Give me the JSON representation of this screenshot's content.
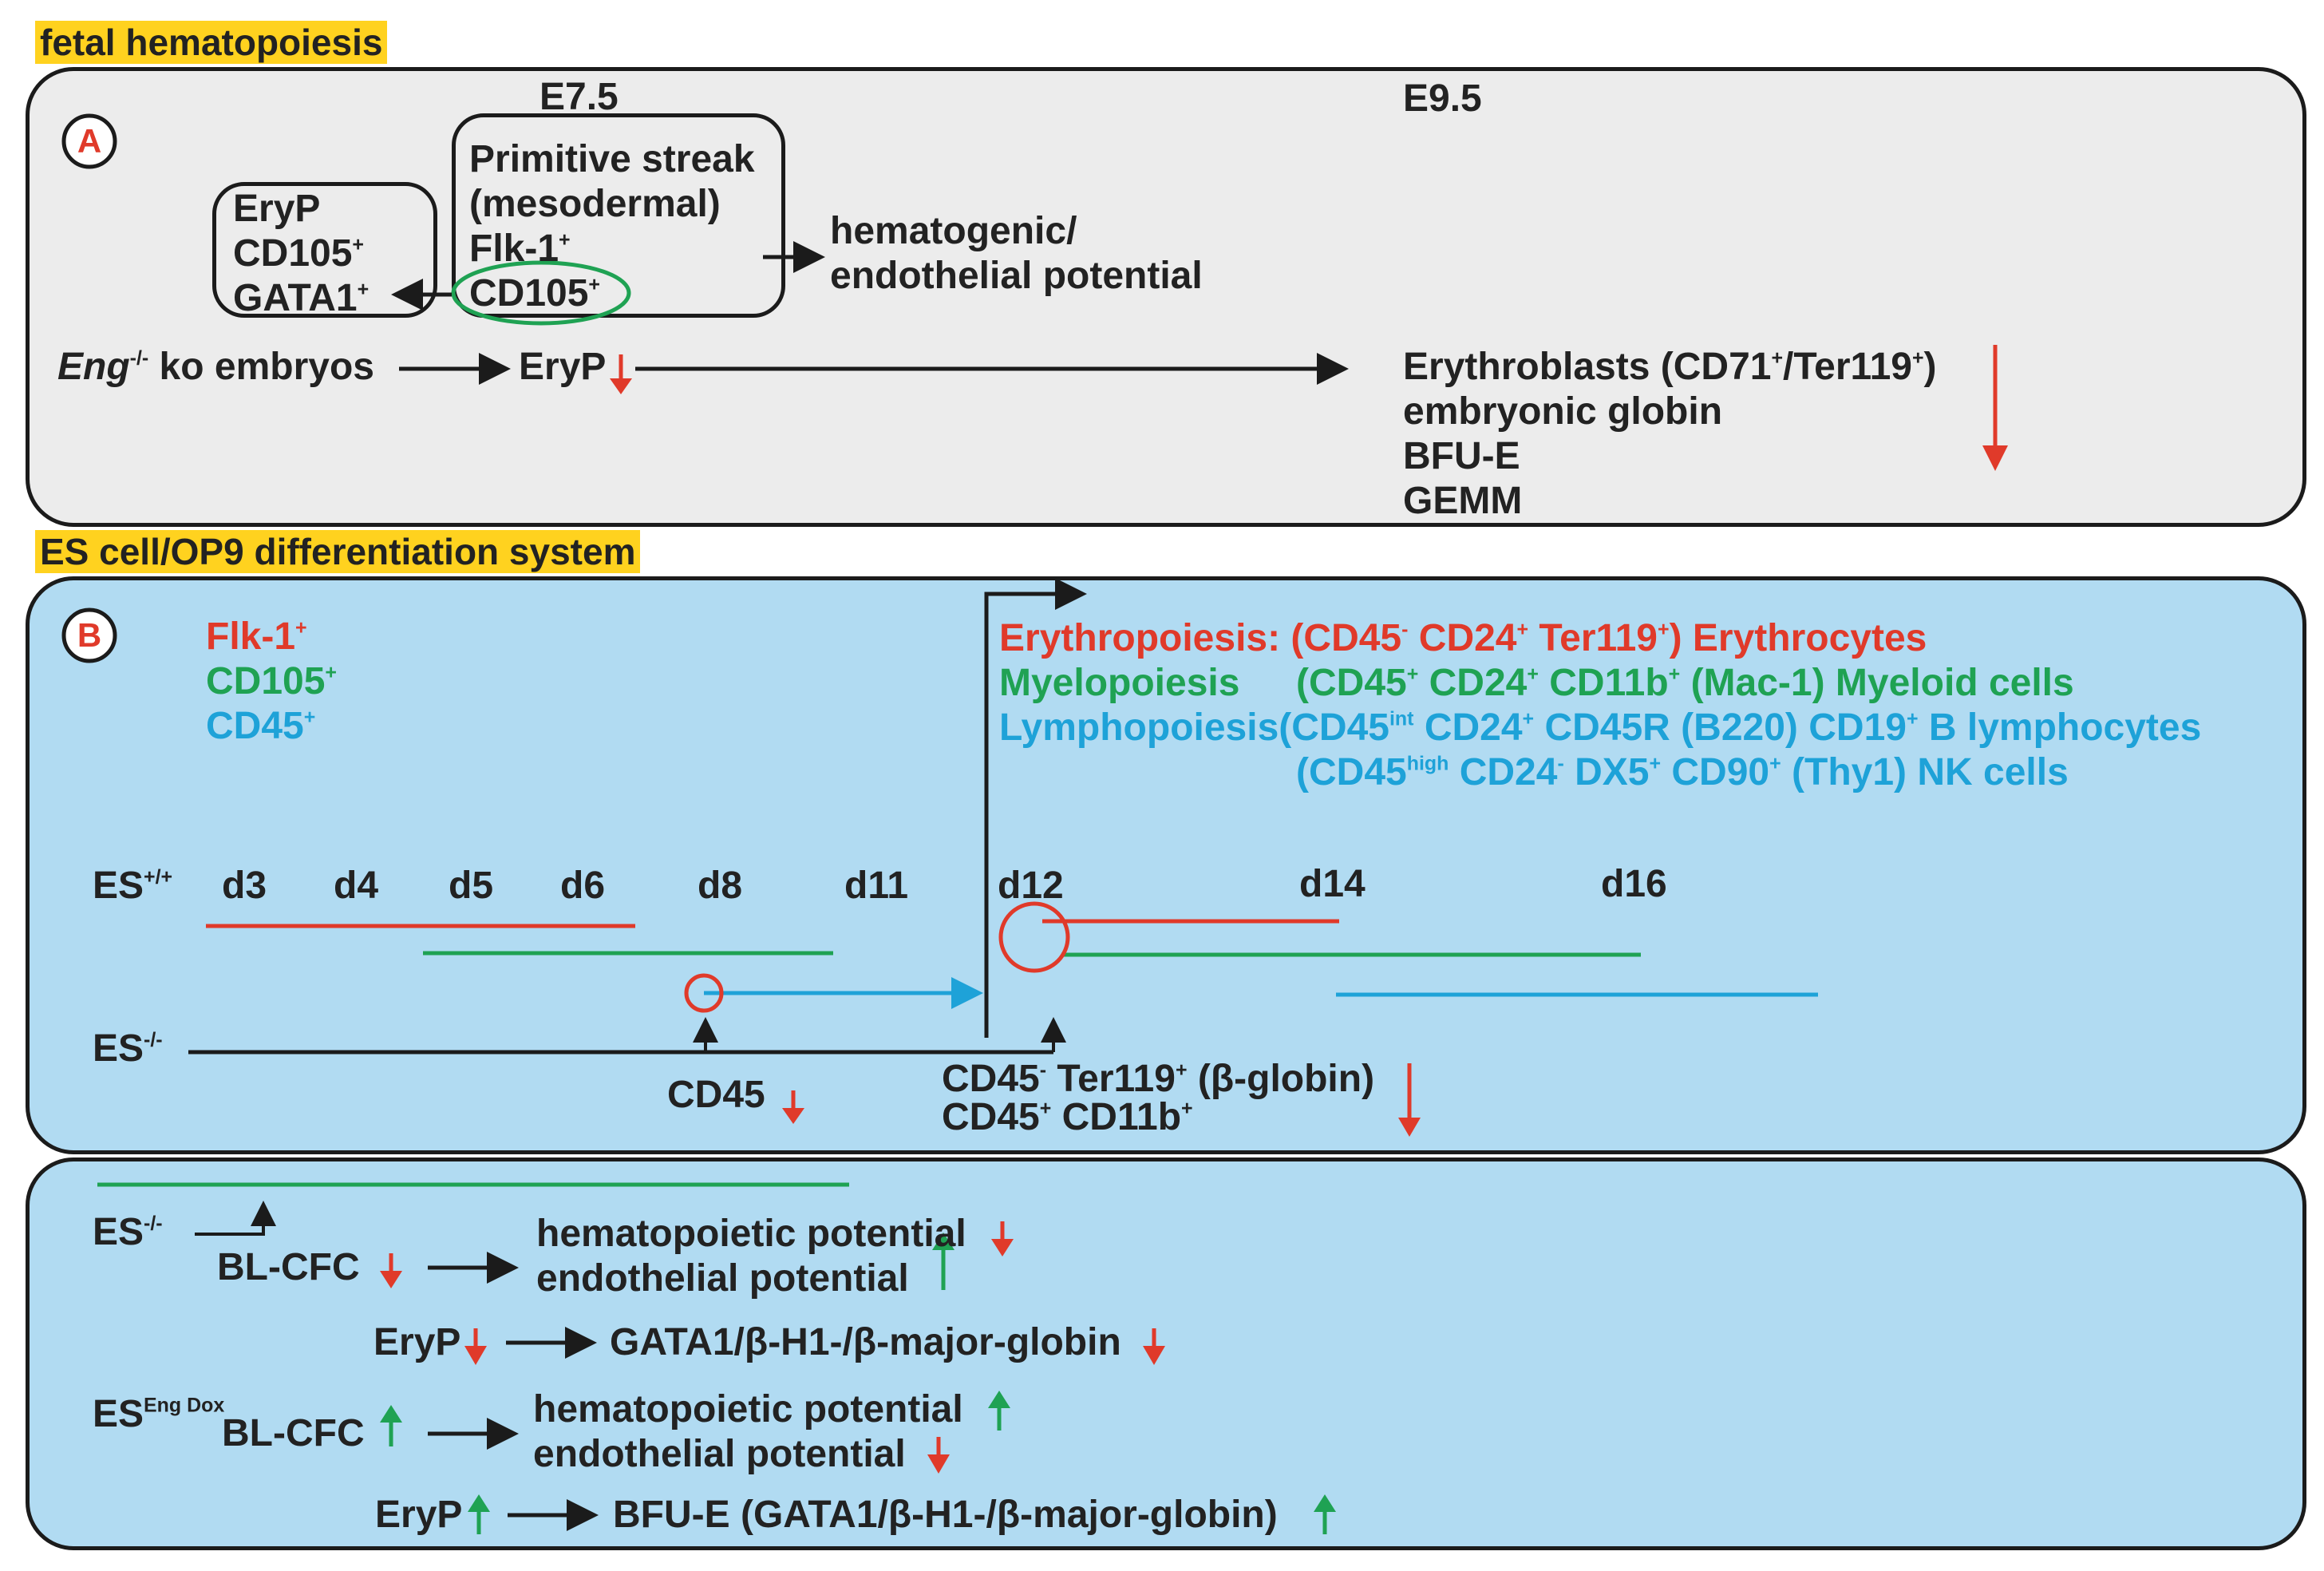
{
  "sections": {
    "fetal": "fetal hematopoiesis",
    "es": "ES cell/OP9 differentiation system"
  },
  "panelA": {
    "label": "A",
    "e75": "E7.5",
    "e95": "E9.5",
    "eryp_box": {
      "line1": "EryP",
      "line2": "CD105",
      "line2_sup": "+",
      "line3": "GATA1",
      "line3_sup": "+"
    },
    "streak_box": {
      "line1": "Primitive streak",
      "line2": "(mesodermal)",
      "line3": "Flk-1",
      "line3_sup": "+",
      "line4": "CD105",
      "line4_sup": "+"
    },
    "potential": {
      "line1": "hematogenic/",
      "line2": "endothelial potential"
    },
    "ko_prefix": "Eng",
    "ko_sup": "-/-",
    "ko_rest": " ko embryos",
    "eryp": "EryP",
    "erythroblasts": {
      "a": "Erythroblasts (CD71",
      "a_sup": "+",
      "b": "/Ter119",
      "b_sup": "+",
      "c": ")"
    },
    "list": [
      "embryonic globin",
      "BFU-E",
      "GEMM"
    ]
  },
  "panelB": {
    "label": "B",
    "legend": [
      {
        "text": "Flk-1",
        "sup": "+",
        "color": "#e03a2a"
      },
      {
        "text": "CD105",
        "sup": "+",
        "color": "#1fa253"
      },
      {
        "text": "CD45",
        "sup": "+",
        "color": "#1ea2d8"
      }
    ],
    "ery": {
      "a": "Erythropoiesis: (CD45",
      "a_sup": "-",
      "b": " CD24",
      "b_sup": "+",
      "c": " Ter119",
      "c_sup": "+",
      "d": ") Erythrocytes"
    },
    "mye": {
      "a": "Myelopoiesis",
      "b": "(CD45",
      "b_sup": "+",
      "c": " CD24",
      "c_sup": "+",
      "d": " CD11b",
      "d_sup": "+",
      "e": " (Mac-1) Myeloid cells"
    },
    "lym": {
      "a": "Lymphopoiesis(CD45",
      "a_sup": "int",
      "b": " CD24",
      "b_sup": "+",
      "c": " CD45R (B220) CD19",
      "c_sup": "+",
      "d": " B lymphocytes"
    },
    "nk": {
      "a": "(CD45",
      "a_sup": "high",
      "b": " CD24",
      "b_sup": "-",
      "c": " DX5",
      "c_sup": "+",
      "d": " CD90",
      "d_sup": "+",
      "e": " (Thy1) NK cells"
    },
    "es_wt": "ES",
    "es_wt_sup": "+/+",
    "days": [
      "d3",
      "d4",
      "d5",
      "d6",
      "d8",
      "d11",
      "d12",
      "d14",
      "d16"
    ],
    "es_ko": "ES",
    "es_ko_sup": "-/-",
    "cd45": "CD45",
    "line1": {
      "a": "CD45",
      "a_sup": "-",
      "b": " Ter119",
      "b_sup": "+",
      "c": " (β-globin)"
    },
    "line2": {
      "a": "CD45",
      "a_sup": "+",
      "b": " CD11b",
      "b_sup": "+"
    }
  },
  "panelC": {
    "es_ko": "ES",
    "es_ko_sup": "-/-",
    "blcfc": "BL-CFC",
    "hema": "hematopoietic potential",
    "endo": "endothelial potential",
    "eryp": "EryP",
    "gata": "GATA1/β-H1-/β-major-globin",
    "es_dox": "ES",
    "es_dox_sup": "Eng Dox",
    "blcfc2": "BL-CFC",
    "hema2": "hematopoietic potential",
    "endo2": "endothelial potential",
    "eryp2": "EryP",
    "bfue": "BFU-E (GATA1/β-H1-/β-major-globin)"
  },
  "colors": {
    "red": "#e03a2a",
    "green": "#1fa253",
    "blue": "#1ea2d8",
    "panel_bg_A": "#ececec",
    "panel_bg_B": "#b1dbf2",
    "highlight": "#ffd21f"
  }
}
